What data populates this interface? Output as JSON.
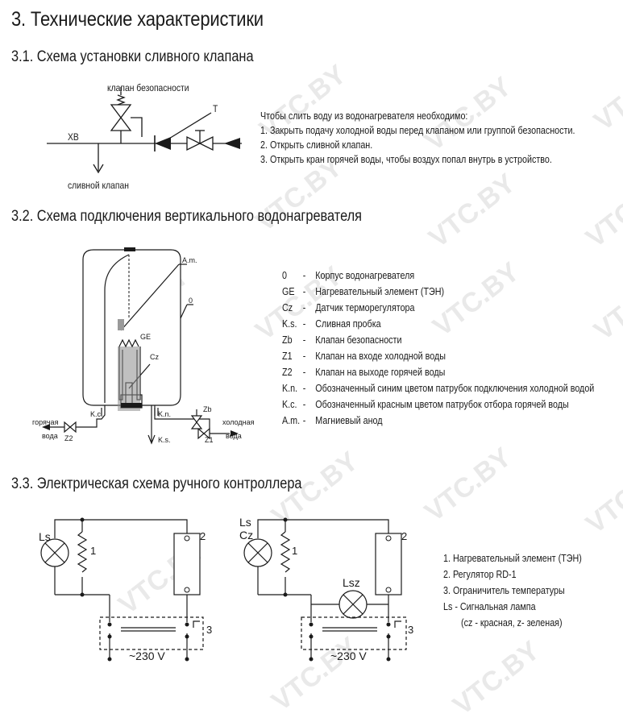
{
  "heading": "3. Технические характеристики",
  "section1": {
    "title": "3.1. Схема установки сливного клапана",
    "labels": {
      "safety_valve": "клапан безопасности",
      "t": "T",
      "xb": "XB",
      "drain_valve": "сливной клапан"
    },
    "intro": "Чтобы слить воду из водонагревателя необходимо:",
    "steps": [
      "1. Закрыть подачу холодной воды перед клапаном или группой безопасности.",
      "2. Открыть сливной клапан.",
      "3. Открыть кран горячей воды, чтобы воздух попал внутрь в устройство."
    ]
  },
  "section2": {
    "title": "3.2. Схема подключения вертикального водонагревателя",
    "labels": {
      "am": "A.m.",
      "o": "0",
      "ge": "GE",
      "cz": "Cz",
      "kc": "K.c.",
      "kn": "K.n.",
      "ks": "K.s.",
      "zb": "Zb",
      "z1": "Z1",
      "z2": "Z2",
      "hot_water_1": "горячая",
      "hot_water_2": "вода",
      "cold_water_1": "холодная",
      "cold_water_2": "вода"
    },
    "legend": [
      {
        "key": "0",
        "dash": "-",
        "text": "Корпус водонагревателя"
      },
      {
        "key": "GE",
        "dash": "-",
        "text": "Нагревательный элемент (ТЭН)"
      },
      {
        "key": "Cz",
        "dash": "-",
        "text": "Датчик терморегулятора"
      },
      {
        "key": "K.s.",
        "dash": "-",
        "text": "Сливная пробка"
      },
      {
        "key": "Zb",
        "dash": "-",
        "text": "Клапан безопасности"
      },
      {
        "key": "Z1",
        "dash": "-",
        "text": "Клапан на входе холодной воды"
      },
      {
        "key": "Z2",
        "dash": "-",
        "text": "Клапан на выходе горячей воды"
      },
      {
        "key": "K.n.",
        "dash": "-",
        "text": "Обозначенный синим цветом патрубок подключения холодной водой"
      },
      {
        "key": "K.c.",
        "dash": "-",
        "text": "Обозначенный красным цветом патрубок отбора горячей воды"
      },
      {
        "key": "A.m.",
        "dash": "-",
        "text": "Магниевый анод"
      }
    ]
  },
  "section3": {
    "title": "3.3. Электрическая схема ручного контроллера",
    "labels": {
      "ls": "Ls",
      "cz": "Cz",
      "lsz": "Lsz",
      "n1": "1",
      "n2": "2",
      "n3": "3",
      "voltage": "~230 V"
    },
    "legend": [
      "1. Нагревательный элемент (ТЭН)",
      "2. Регулятор RD-1",
      "3. Ограничитель температуры",
      "Ls - Сигнальная лампа",
      "(cz - красная, z- зеленая)"
    ]
  },
  "watermark": "VTC.BY"
}
